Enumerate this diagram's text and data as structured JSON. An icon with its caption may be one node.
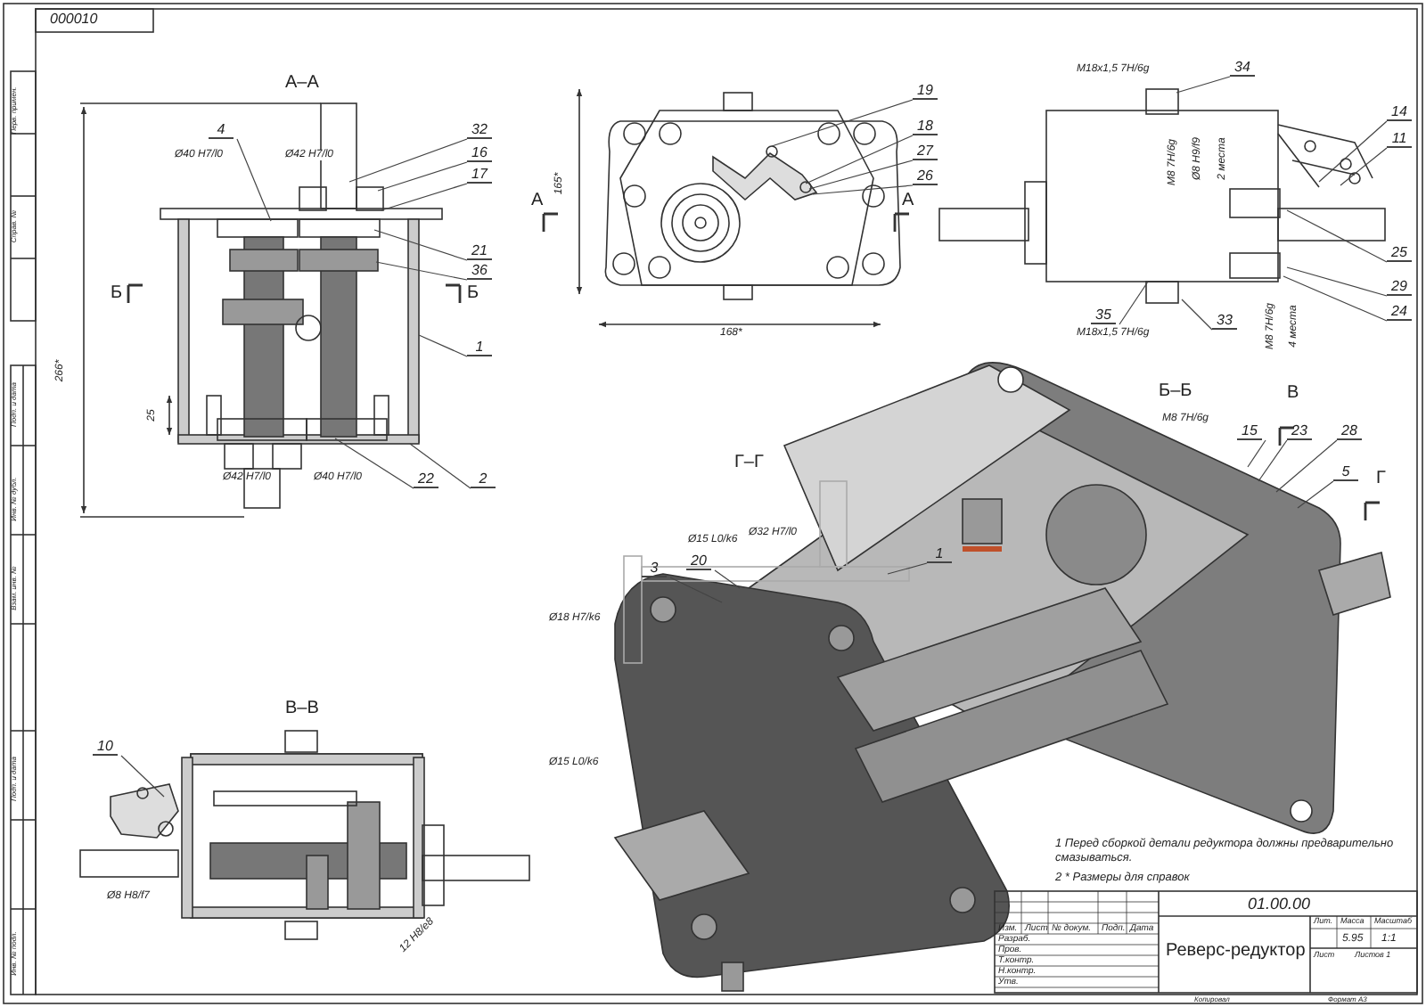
{
  "diagram": {
    "nodes": [
      {
        "text": [
          "4"
        ]
      },
      {
        "text": [
          "32"
        ]
      },
      {
        "text": [
          "16"
        ]
      },
      {
        "text": [
          "17"
        ]
      },
      {
        "text": [
          "21"
        ]
      },
      {
        "text": [
          "36"
        ]
      },
      {
        "text": [
          "1"
        ]
      },
      {
        "text": [
          "22"
        ]
      },
      {
        "text": [
          "2"
        ]
      },
      {
        "text": [
          "19"
        ]
      },
      {
        "text": [
          "18"
        ]
      },
      {
        "text": [
          "27"
        ]
      },
      {
        "text": [
          "26"
        ]
      },
      {
        "text": [
          "34"
        ]
      },
      {
        "text": [
          "14"
        ]
      },
      {
        "text": [
          "11"
        ]
      },
      {
        "text": [
          "25"
        ]
      },
      {
        "text": [
          "29"
        ]
      },
      {
        "text": [
          "24"
        ]
      },
      {
        "text": [
          "35"
        ]
      },
      {
        "text": [
          "33"
        ]
      },
      {
        "text": [
          "15"
        ]
      },
      {
        "text": [
          "23"
        ]
      },
      {
        "text": [
          "28"
        ]
      },
      {
        "text": [
          "5"
        ]
      },
      {
        "text": [
          "3"
        ]
      },
      {
        "text": [
          "20"
        ]
      },
      {
        "text": [
          "1"
        ]
      },
      {
        "text": [
          "10"
        ]
      }
    ],
    "edges": [
      {
        "from": 0,
        "to": null,
        "arrow": "none"
      },
      {
        "from": 1,
        "to": null,
        "arrow": "none"
      },
      {
        "from": 2,
        "to": null,
        "arrow": "none"
      },
      {
        "from": 3,
        "to": null,
        "arrow": "none"
      },
      {
        "from": 4,
        "to": null,
        "arrow": "none"
      },
      {
        "from": 5,
        "to": null,
        "arrow": "none"
      },
      {
        "from": 6,
        "to": null,
        "arrow": "none"
      },
      {
        "from": 7,
        "to": null,
        "arrow": "none"
      },
      {
        "from": 8,
        "to": null,
        "arrow": "none"
      },
      {
        "from": 9,
        "to": null,
        "arrow": "none"
      },
      {
        "from": 10,
        "to": null,
        "arrow": "none"
      },
      {
        "from": 11,
        "to": null,
        "arrow": "none"
      },
      {
        "from": 12,
        "to": null,
        "arrow": "none"
      },
      {
        "from": 13,
        "to": null,
        "arrow": "none"
      },
      {
        "from": 14,
        "to": null,
        "arrow": "none"
      },
      {
        "from": 15,
        "to": null,
        "arrow": "none"
      },
      {
        "from": 16,
        "to": null,
        "arrow": "none"
      },
      {
        "from": 17,
        "to": null,
        "arrow": "none"
      },
      {
        "from": 18,
        "to": null,
        "arrow": "none"
      },
      {
        "from": 19,
        "to": null,
        "arrow": "none"
      },
      {
        "from": 20,
        "to": null,
        "arrow": "none"
      },
      {
        "from": 21,
        "to": null,
        "arrow": "none"
      },
      {
        "from": 22,
        "to": null,
        "arrow": "none"
      },
      {
        "from": 23,
        "to": null,
        "arrow": "none"
      },
      {
        "from": 24,
        "to": null,
        "arrow": "none"
      },
      {
        "from": 25,
        "to": null,
        "arrow": "none"
      },
      {
        "from": 26,
        "to": null,
        "arrow": "none"
      },
      {
        "from": 27,
        "to": null,
        "arrow": "none"
      },
      {
        "from": 28,
        "to": null,
        "arrow": "none"
      }
    ],
    "labels": [
      "000010",
      "А–А",
      "266*",
      "Ø40 H7/l0",
      "Ø42 H7/l0",
      "Б",
      "Б",
      "25",
      "Ø42 H7/l0",
      "Ø40 H7/l0",
      "А",
      "165*",
      "А",
      "168*",
      "M18x1,5 7H/6g",
      "M8 7H/6g",
      "Ø8 H9/f9",
      "2 места",
      "M18x1,5 7H/6g",
      "M8 7H/6g",
      "4 места",
      "Б–Б",
      "В",
      "M8 7H/6g",
      "Г",
      "Г–Г",
      "Ø15 L0/k6",
      "Ø32 H7/l0",
      "Ø18 H7/k6",
      "Ø15 L0/k6",
      "В–В",
      "Ø8 H8/f7",
      "12 H8/e8",
      "1 Перед сборкой детали редуктора должны предварительно смазываться.",
      "2 * Размеры для справок",
      "01.00.00",
      "Изм.",
      "Лист",
      "№ докум.",
      "Подп.",
      "Дата",
      "Разраб.",
      "Пров.",
      "Т.контр.",
      "Н.контр.",
      "Утв.",
      "Реверс-редуктор",
      "Лит.",
      "Масса",
      "Масштаб",
      "5.95",
      "1:1",
      "Лист",
      "Листов 1",
      "Копировал",
      "Формат A3",
      "Перв. примен.",
      "Справ. №",
      "Подп. и дата",
      "Инв. № дубл.",
      "Взам. инв. №",
      "Подп. и дата",
      "Инв. № подл."
    ]
  }
}
